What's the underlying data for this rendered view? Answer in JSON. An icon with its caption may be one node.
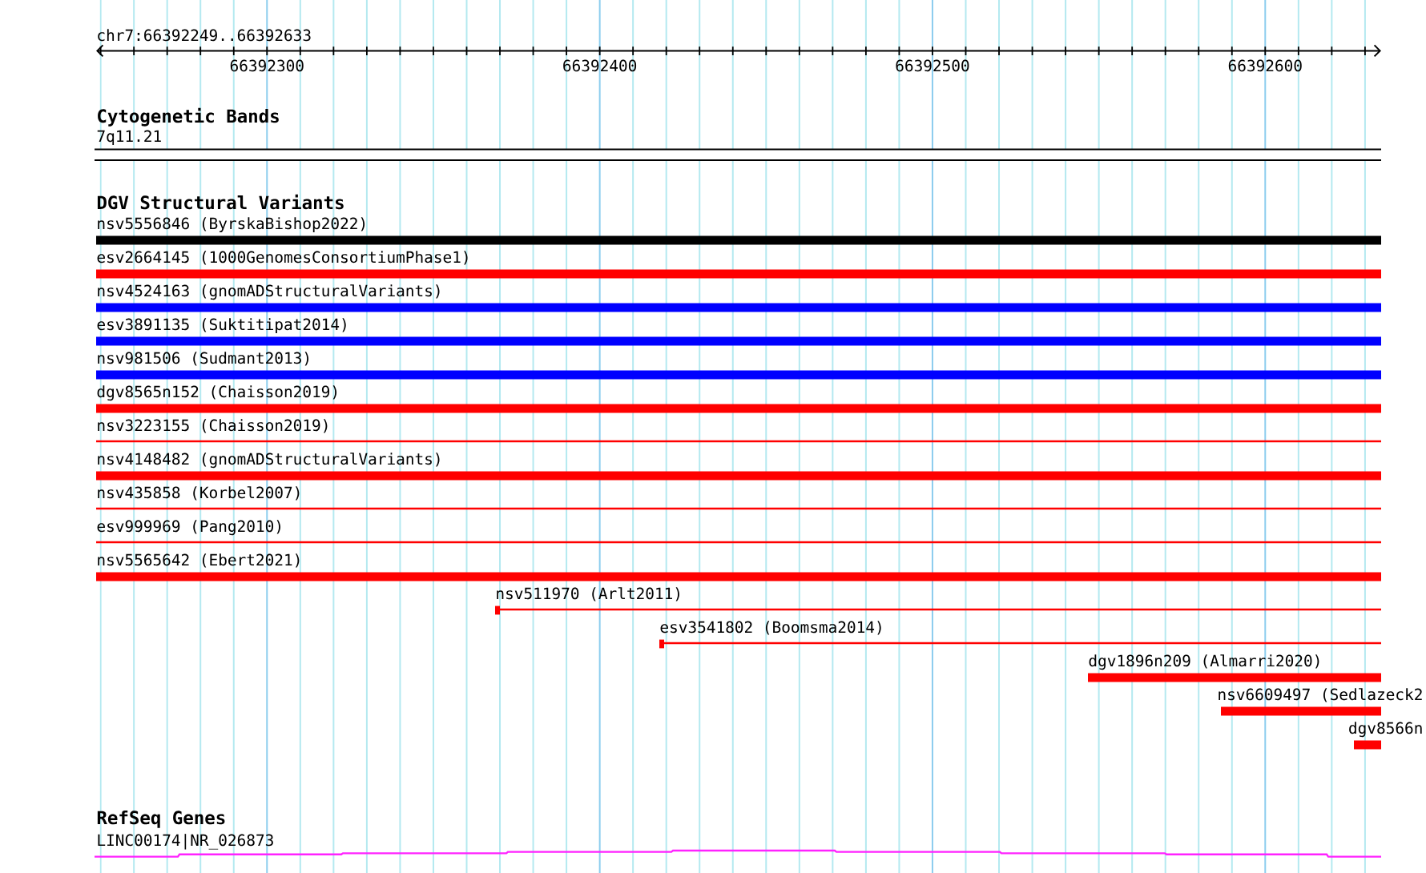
{
  "diagram": {
    "nodes": [
      {
        "text": [
          "7q11.21"
        ]
      },
      {
        "text": [
          "nsv5556846 (ByrskaBishop2022)"
        ]
      },
      {
        "text": [
          "esv2664145 (1000GenomesConsortiumPhase1)"
        ]
      },
      {
        "text": [
          "nsv4524163 (gnomADStructuralVariants)"
        ]
      },
      {
        "text": [
          "esv3891135 (Suktitipat2014)"
        ]
      },
      {
        "text": [
          "nsv981506 (Sudmant2013)"
        ]
      },
      {
        "text": [
          "dgv8565n152 (Chaisson2019)"
        ]
      },
      {
        "text": [
          "nsv3223155 (Chaisson2019)"
        ]
      },
      {
        "text": [
          "nsv4148482 (gnomADStructuralVariants)"
        ]
      },
      {
        "text": [
          "nsv435858 (Korbel2007)"
        ]
      },
      {
        "text": [
          "esv999969 (Pang2010)"
        ]
      },
      {
        "text": [
          "nsv5565642 (Ebert2021)"
        ]
      },
      {
        "text": [
          "nsv511970 (Arlt2011)"
        ]
      },
      {
        "text": [
          "esv3541802 (Boomsma2014)"
        ]
      },
      {
        "text": [
          "dgv1896n209 (Almarri2020)"
        ]
      },
      {
        "text": [
          "nsv6609497 (Sedlazeck2"
        ]
      },
      {
        "text": [
          "dgv8566n"
        ]
      },
      {
        "text": [
          "LINC00174|NR_026873"
        ]
      }
    ],
    "labels": [
      "chr7:66392249..66392633",
      "66392300",
      "66392400",
      "66392500",
      "66392600",
      "Cytogenetic Bands",
      "DGV Structural Variants",
      "RefSeq Genes"
    ]
  }
}
